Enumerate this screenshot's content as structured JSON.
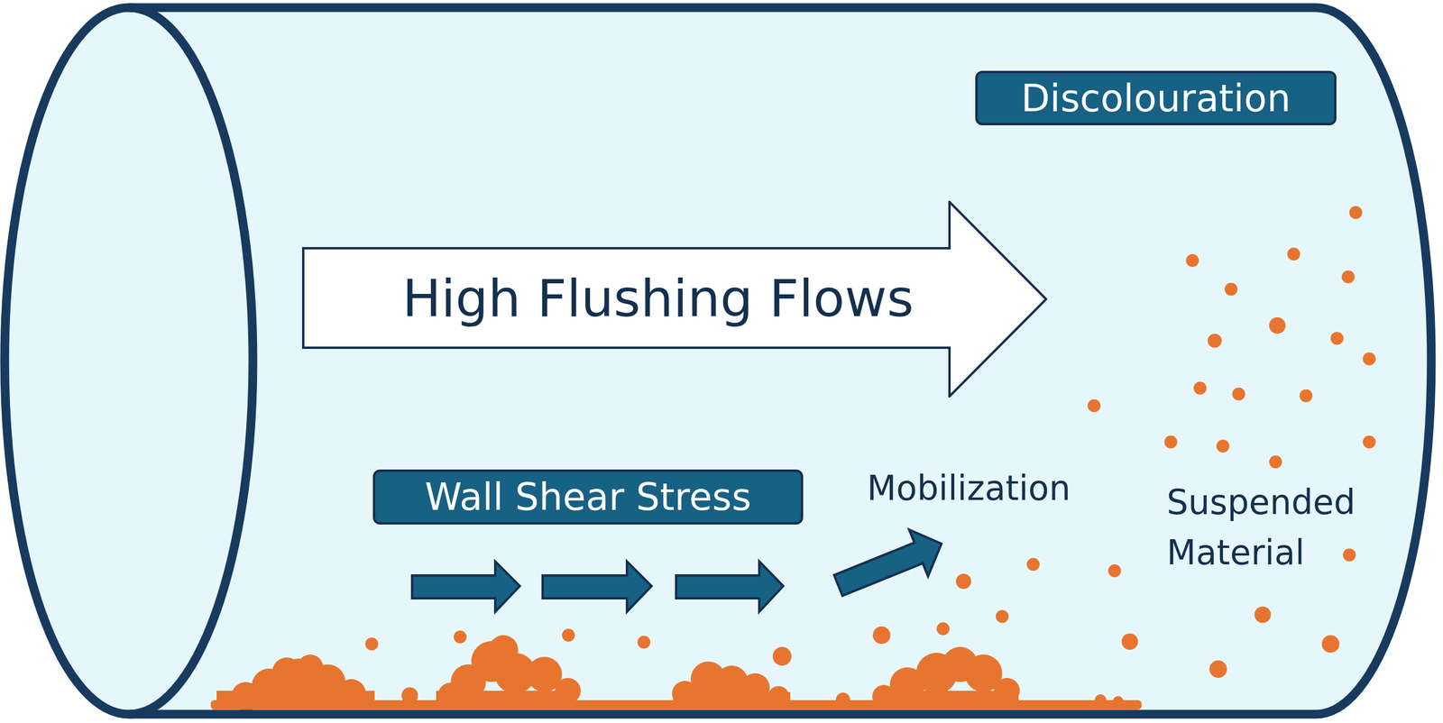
{
  "diagram": {
    "nodes": [
      {
        "text": [
          "Discolouration"
        ]
      },
      {
        "text": [
          "High Flushing Flows"
        ]
      },
      {
        "text": [
          "Wall Shear Stress"
        ]
      }
    ],
    "labels": [
      "Mobilization",
      "Suspended Material"
    ]
  }
}
